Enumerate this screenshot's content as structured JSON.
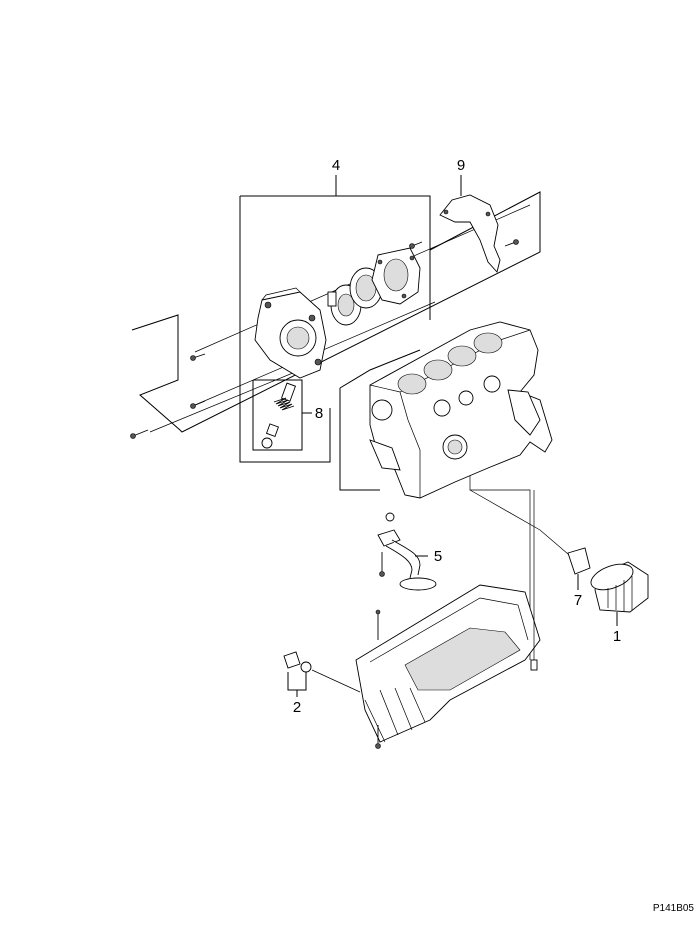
{
  "callouts": [
    {
      "id": "1",
      "label": "1"
    },
    {
      "id": "2",
      "label": "2"
    },
    {
      "id": "4",
      "label": "4"
    },
    {
      "id": "5",
      "label": "5"
    },
    {
      "id": "7",
      "label": "7"
    },
    {
      "id": "8",
      "label": "8"
    },
    {
      "id": "9",
      "label": "9"
    }
  ],
  "figure_code": "P141B05"
}
